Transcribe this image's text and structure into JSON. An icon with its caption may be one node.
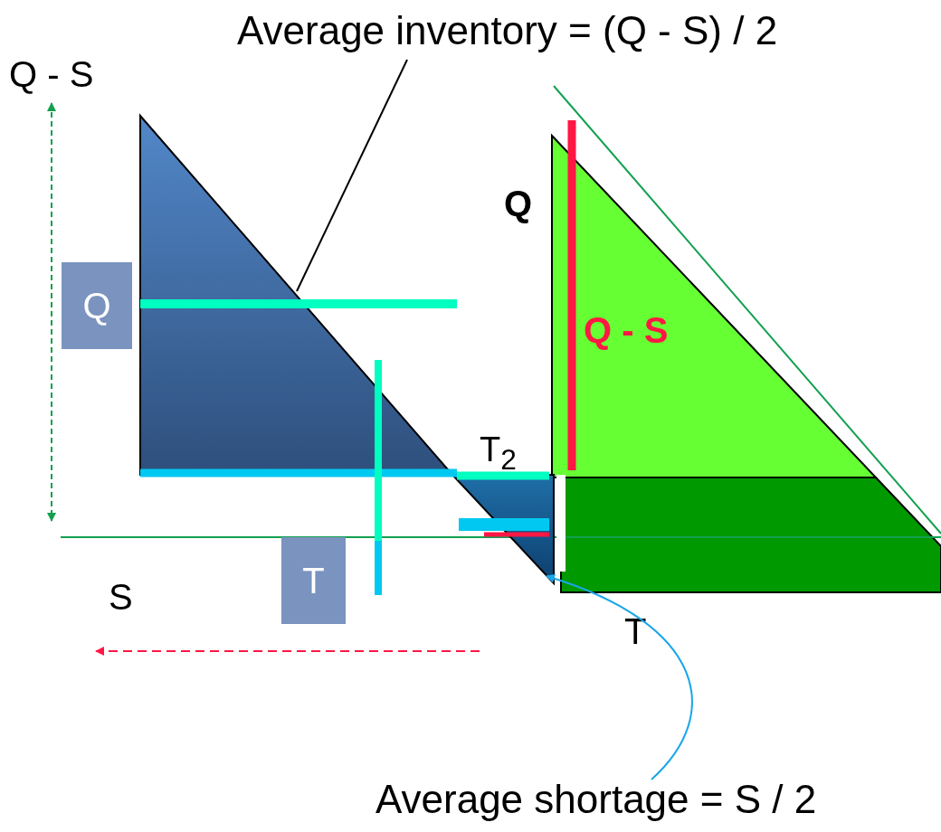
{
  "diagram": {
    "nodes": [
      {
        "text": [
          "Average inventory = (Q - S) / 2"
        ]
      },
      {
        "text": [],
        "shape": "triangle"
      },
      {
        "text": [
          "Q"
        ]
      },
      {
        "text": [
          "Q - S"
        ]
      },
      {
        "text": [],
        "shape": "triangle"
      },
      {
        "text": [
          "T"
        ]
      },
      {
        "text": [
          "Average shortage = S / 2"
        ]
      }
    ],
    "edges": [
      {
        "from": 0,
        "to": 1,
        "arrow": "none"
      },
      {
        "from": 6,
        "to": 4,
        "arrow": "to",
        "color": "#1aa6e8"
      }
    ],
    "labels": [
      "Q - S",
      "Q",
      "T$_{2}$",
      "S",
      "T"
    ]
  }
}
